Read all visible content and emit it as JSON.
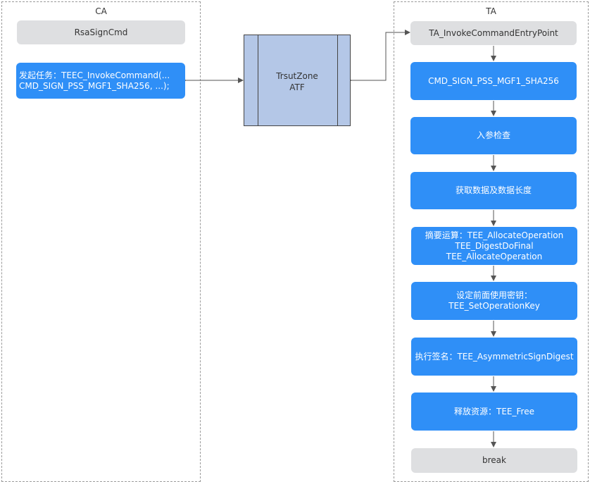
{
  "ca": {
    "title": "CA",
    "cmd": "RsaSignCmd",
    "task_line1": "发起任务：TEEC_InvokeCommand(...",
    "task_line2": "CMD_SIGN_PSS_MGF1_SHA256, ...);"
  },
  "tz": {
    "line1": "TrsutZone",
    "line2": "ATF"
  },
  "ta": {
    "title": "TA",
    "entry": "TA_InvokeCommandEntryPoint",
    "steps": [
      {
        "text": "CMD_SIGN_PSS_MGF1_SHA256"
      },
      {
        "text": "入参检查"
      },
      {
        "text": "获取数据及数据长度"
      },
      {
        "text": "摘要运算：TEE_AllocateOperation\nTEE_DigestDoFinal\nTEE_AllocateOperation"
      },
      {
        "text": "设定前面使用密钥：\nTEE_SetOperationKey"
      },
      {
        "text": "执行签名：TEE_AsymmetricSignDigest"
      },
      {
        "text": "释放资源：TEE_Free"
      }
    ],
    "end": "break"
  },
  "colors": {
    "blue": "#2f8ff7",
    "gray": "#dedfe1",
    "tz": "#b4c7e7"
  }
}
